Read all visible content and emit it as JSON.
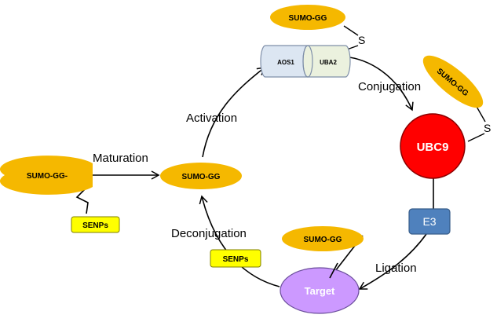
{
  "nodes": {
    "sumo_gg_precursor": "SUMO-GG-",
    "sumo_gg_mature": "SUMO-GG",
    "sumo_gg_top": "SUMO-GG",
    "sumo_gg_ubc9": "SUMO-GG",
    "sumo_gg_target": "SUMO-GG",
    "aos1": "AOS1",
    "uba2": "UBA2",
    "ubc9": "UBC9",
    "e3": "E3",
    "target": "Target",
    "senps_maturation": "SENPs",
    "senps_deconjugation": "SENPs",
    "thioester_s_top": "S",
    "thioester_s_ubc9": "S"
  },
  "steps": {
    "maturation": "Maturation",
    "activation": "Activation",
    "conjugation": "Conjugation",
    "ligation": "Ligation",
    "deconjugation": "Deconjugation"
  },
  "colors": {
    "sumo": "#F5B800",
    "aos1": "#DCE6F2",
    "uba2": "#EBF1DE",
    "ubc9": "#FF0000",
    "e3": "#4F81BD",
    "target": "#CC99FF",
    "senps": "#FFFF00"
  }
}
